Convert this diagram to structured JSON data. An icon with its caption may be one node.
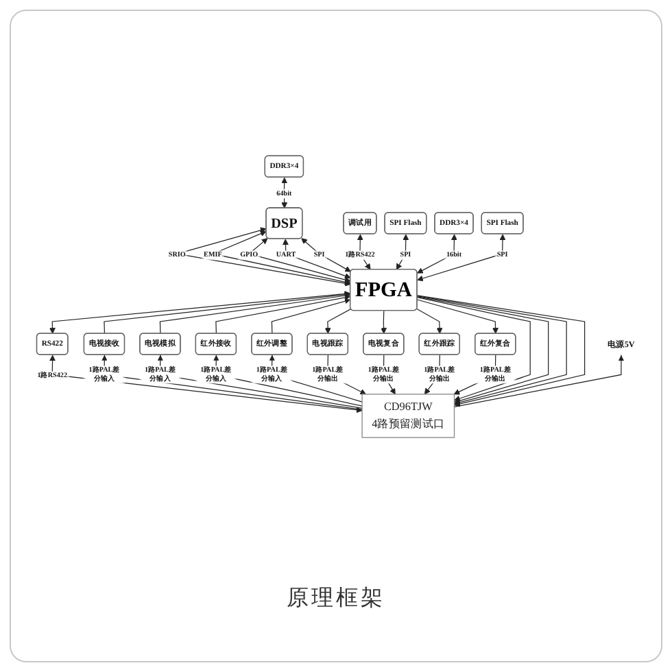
{
  "diagram": {
    "caption": "原理框架",
    "nodes": [
      {
        "text": [
          "DDR3×4"
        ]
      },
      {
        "text": [
          "DSP"
        ]
      },
      {
        "text": [
          "调试用"
        ]
      },
      {
        "text": [
          "SPI Flash"
        ]
      },
      {
        "text": [
          "DDR3×4"
        ]
      },
      {
        "text": [
          "SPI Flash"
        ]
      },
      {
        "text": [
          "FPGA"
        ]
      },
      {
        "text": [
          "RS422"
        ]
      },
      {
        "text": [
          "电视接收"
        ]
      },
      {
        "text": [
          "电视模拟"
        ]
      },
      {
        "text": [
          "红外接收"
        ]
      },
      {
        "text": [
          "红外调整"
        ]
      },
      {
        "text": [
          "电视跟踪"
        ]
      },
      {
        "text": [
          "电视复合"
        ]
      },
      {
        "text": [
          "红外跟踪"
        ]
      },
      {
        "text": [
          "红外复合"
        ]
      },
      {
        "text": [
          "电源5V"
        ]
      },
      {
        "text": [
          "CD96TJW",
          "4路预留测试口"
        ]
      }
    ],
    "edges": [
      {
        "from": 0,
        "to": 1,
        "arrow": "both",
        "label": "64bit"
      },
      {
        "from": 1,
        "to": 6,
        "arrow": "both",
        "label": "SRIO"
      },
      {
        "from": 1,
        "to": 6,
        "arrow": "both",
        "label": "EMIF"
      },
      {
        "from": 1,
        "to": 6,
        "arrow": "both",
        "label": "GPIO"
      },
      {
        "from": 1,
        "to": 6,
        "arrow": "both",
        "label": "UART"
      },
      {
        "from": 1,
        "to": 6,
        "arrow": "both",
        "label": "SPI"
      },
      {
        "from": 2,
        "to": 6,
        "arrow": "both",
        "label": "1路RS422"
      },
      {
        "from": 3,
        "to": 6,
        "arrow": "both",
        "label": "SPI"
      },
      {
        "from": 4,
        "to": 6,
        "arrow": "both",
        "label": "16bit"
      },
      {
        "from": 5,
        "to": 6,
        "arrow": "both",
        "label": "SPI"
      },
      {
        "from": 6,
        "to": 7,
        "arrow": "both"
      },
      {
        "from": 8,
        "to": 6,
        "arrow": "to"
      },
      {
        "from": 9,
        "to": 6,
        "arrow": "to"
      },
      {
        "from": 10,
        "to": 6,
        "arrow": "to"
      },
      {
        "from": 11,
        "to": 6,
        "arrow": "to"
      },
      {
        "from": 6,
        "to": 12,
        "arrow": "to"
      },
      {
        "from": 6,
        "to": 13,
        "arrow": "to"
      },
      {
        "from": 6,
        "to": 14,
        "arrow": "to"
      },
      {
        "from": 6,
        "to": 15,
        "arrow": "to"
      },
      {
        "from": 17,
        "to": 7,
        "arrow": "both",
        "label": "1路RS422"
      },
      {
        "from": 17,
        "to": 8,
        "arrow": "to",
        "label": "1路PAL差分输入"
      },
      {
        "from": 17,
        "to": 9,
        "arrow": "to",
        "label": "1路PAL差分输入"
      },
      {
        "from": 17,
        "to": 10,
        "arrow": "to",
        "label": "1路PAL差分输入"
      },
      {
        "from": 17,
        "to": 11,
        "arrow": "to",
        "label": "1路PAL差分输入"
      },
      {
        "from": 12,
        "to": 17,
        "arrow": "to",
        "label": "1路PAL差分输出"
      },
      {
        "from": 13,
        "to": 17,
        "arrow": "to",
        "label": "1路PAL差分输出"
      },
      {
        "from": 14,
        "to": 17,
        "arrow": "to",
        "label": "1路PAL差分输出"
      },
      {
        "from": 15,
        "to": 17,
        "arrow": "to",
        "label": "1路PAL差分输出"
      },
      {
        "from": 6,
        "to": 17,
        "arrow": "to"
      },
      {
        "from": 6,
        "to": 17,
        "arrow": "to"
      },
      {
        "from": 6,
        "to": 17,
        "arrow": "to"
      },
      {
        "from": 6,
        "to": 17,
        "arrow": "to"
      },
      {
        "from": 17,
        "to": 16,
        "arrow": "to"
      }
    ]
  }
}
